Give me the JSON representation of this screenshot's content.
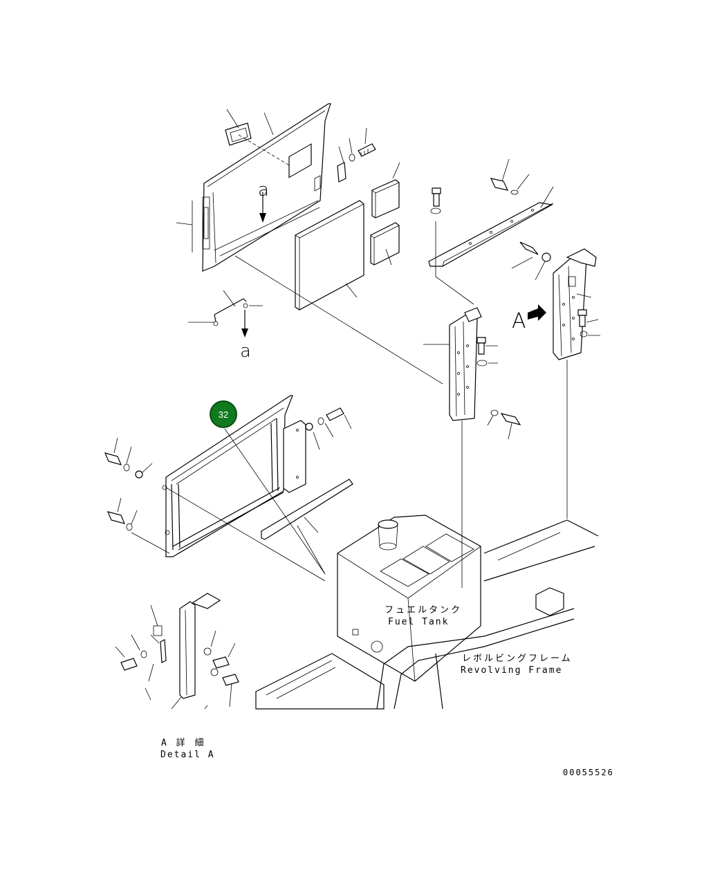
{
  "callout": {
    "number": "32",
    "color": "#0f7a1e"
  },
  "labels": {
    "fuel_tank_jp": "フュエルタンク",
    "fuel_tank_en": "Fuel Tank",
    "revolving_frame_jp": "レボルビングフレーム",
    "revolving_frame_en": "Revolving Frame",
    "detail_a_jp": "A 詳 細",
    "detail_a_en": "Detail A",
    "view_letter_a_upper": "A",
    "view_letter_a_lower_1": "a",
    "view_letter_a_lower_2": "a",
    "drawing_number": "00055526"
  }
}
